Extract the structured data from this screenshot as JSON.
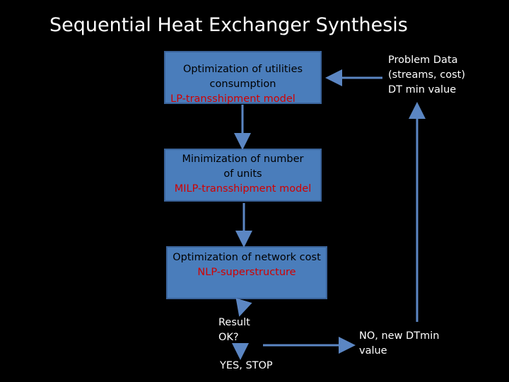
{
  "title": "Sequential Heat Exchanger Synthesis",
  "step1": {
    "line1": "Optimization of utilities",
    "line2": "consumption",
    "line3": "LP-transshipment model"
  },
  "step2": {
    "line1": "Minimization of number",
    "line2": "of units",
    "line3": "MILP-transshipment model"
  },
  "step3": {
    "line1": "Optimization of network cost",
    "line2": "NLP-superstructure"
  },
  "problem": {
    "line1": "Problem Data",
    "line2": "(streams, cost)",
    "line3": "DT min value"
  },
  "decision": {
    "line1": "Result",
    "line2": "OK?"
  },
  "yes_label": "YES, STOP",
  "no_label": {
    "line1": "NO, new DTmin",
    "line2": "value"
  },
  "colors": {
    "box_fill": "#4a7dbb",
    "arrow": "#5b86c3",
    "highlight_text": "#d00000"
  }
}
